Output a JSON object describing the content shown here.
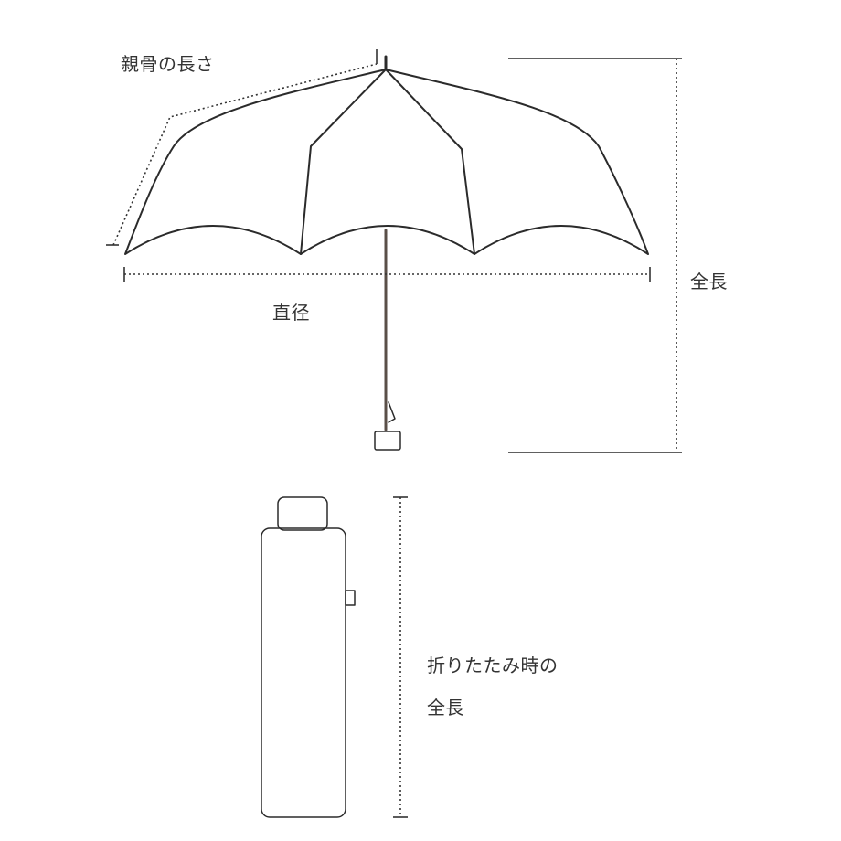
{
  "labels": {
    "rib_length": "親骨の長さ",
    "diameter": "直径",
    "total_length": "全長",
    "folded_length_line1": "折りたたみ時の",
    "folded_length_line2": "全長"
  },
  "colors": {
    "line": "#2b2b2b",
    "dotted": "#333333",
    "text": "#333333",
    "shaft": "#5a4f48",
    "background": "#ffffff"
  }
}
